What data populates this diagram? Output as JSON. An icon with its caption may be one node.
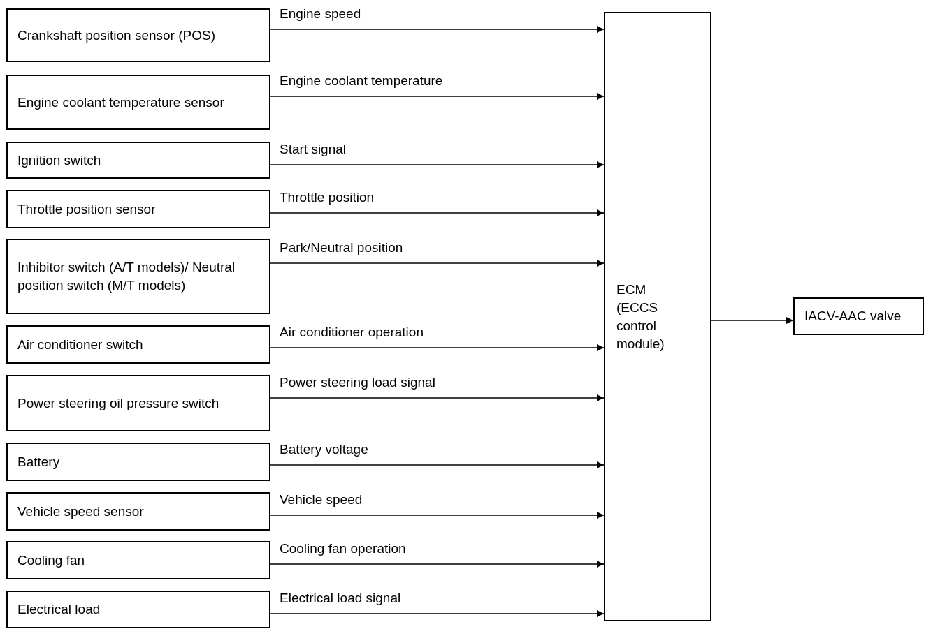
{
  "diagram": {
    "nodes": [
      {
        "text": [
          "Crankshaft position sensor (POS)"
        ]
      },
      {
        "text": [
          "Engine coolant temperature sensor"
        ]
      },
      {
        "text": [
          "Ignition switch"
        ]
      },
      {
        "text": [
          "Throttle position sensor"
        ]
      },
      {
        "text": [
          "Inhibitor switch (A/T models)/ Neutral position switch (M/T models)"
        ]
      },
      {
        "text": [
          "Air conditioner switch"
        ]
      },
      {
        "text": [
          "Power steering oil pressure switch"
        ]
      },
      {
        "text": [
          "Battery"
        ]
      },
      {
        "text": [
          "Vehicle speed sensor"
        ]
      },
      {
        "text": [
          "Cooling fan"
        ]
      },
      {
        "text": [
          "Electrical load"
        ]
      },
      {
        "text": [
          "ECM (ECCS control module)"
        ]
      },
      {
        "text": [
          "IACV-AAC valve"
        ]
      }
    ],
    "edges": [
      {
        "from": 0,
        "to": 11,
        "arrow": "to",
        "label": "Engine speed"
      },
      {
        "from": 1,
        "to": 11,
        "arrow": "to",
        "label": "Engine coolant temperature"
      },
      {
        "from": 2,
        "to": 11,
        "arrow": "to",
        "label": "Start signal"
      },
      {
        "from": 3,
        "to": 11,
        "arrow": "to",
        "label": "Throttle position"
      },
      {
        "from": 4,
        "to": 11,
        "arrow": "to",
        "label": "Park/Neutral position"
      },
      {
        "from": 5,
        "to": 11,
        "arrow": "to",
        "label": "Air conditioner operation"
      },
      {
        "from": 6,
        "to": 11,
        "arrow": "to",
        "label": "Power steering load signal"
      },
      {
        "from": 7,
        "to": 11,
        "arrow": "to",
        "label": "Battery voltage"
      },
      {
        "from": 8,
        "to": 11,
        "arrow": "to",
        "label": "Vehicle speed"
      },
      {
        "from": 9,
        "to": 11,
        "arrow": "to",
        "label": "Cooling fan operation"
      },
      {
        "from": 10,
        "to": 11,
        "arrow": "to",
        "label": "Electrical load signal"
      },
      {
        "from": 11,
        "to": 12,
        "arrow": "to"
      }
    ]
  }
}
